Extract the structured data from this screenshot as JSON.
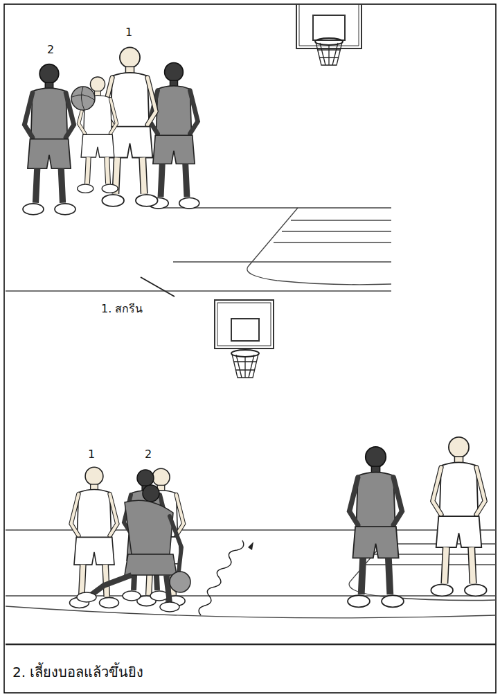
{
  "diagram": {
    "labels": [
      "2",
      "1",
      "1. สกรีน",
      "1",
      "2",
      "2. เลี้ยงบอลแล้วขึ้นยิง"
    ]
  }
}
